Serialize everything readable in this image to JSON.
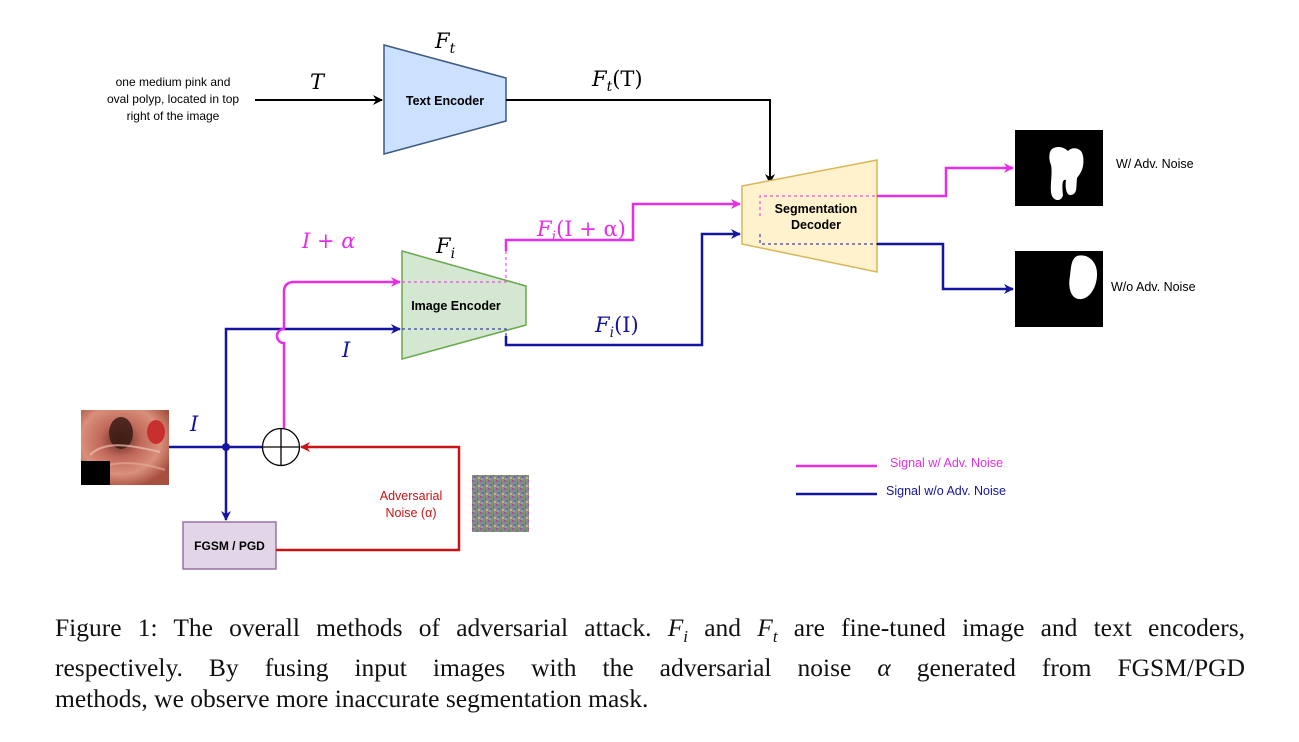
{
  "colors": {
    "adv": "#e62ee6",
    "clean": "#1414a0",
    "noise": "#c81414",
    "text_encoder_fill": "#cce0ff",
    "text_encoder_stroke": "#3d5a80",
    "image_encoder_fill": "#d4e7d0",
    "image_encoder_stroke": "#6aa84f",
    "decoder_fill": "#fff2cc",
    "decoder_stroke": "#d6b656",
    "fgsm_fill": "#e1d5e7",
    "fgsm_stroke": "#9673a6"
  },
  "input_text": {
    "line1": "one medium pink and",
    "line2": "oval polyp, located in top",
    "line3": "right of the image"
  },
  "labels": {
    "T": "T",
    "Ft_sym": "F",
    "Ft_sub": "t",
    "FtT_F": "F",
    "FtT_sub": "t",
    "FtT_arg": "(T)",
    "Fi_sym": "F",
    "Fi_sub": "i",
    "FiIa_F": "F",
    "FiIa_sub": "i",
    "FiIa_arg": "(I + α)",
    "FiI_F": "F",
    "FiI_sub": "i",
    "FiI_arg": "(I)",
    "I_plus_alpha": "I + α",
    "I_upper": "I",
    "I_input": "I",
    "adv_noise_line1": "Adversarial",
    "adv_noise_line2": "Noise (α)"
  },
  "blocks": {
    "text_encoder": "Text Encoder",
    "image_encoder": "Image Encoder",
    "decoder_line1": "Segmentation",
    "decoder_line2": "Decoder",
    "fgsm": "FGSM / PGD"
  },
  "outputs": {
    "with_noise": "W/ Adv. Noise",
    "without_noise": "W/o Adv. Noise"
  },
  "legend": {
    "adv": "Signal w/ Adv. Noise",
    "clean": "Signal w/o Adv. Noise"
  },
  "caption": {
    "p1": "Figure 1: The overall methods of adversarial attack.",
    "Fi_F": "F",
    "Fi_sub": "i",
    "and": "and",
    "Ft_F": "F",
    "Ft_sub": "t",
    "p2": "are fine-tuned image and text encoders,",
    "line2a": "respectively. By fusing input images with the adversarial noise",
    "alpha": "α",
    "line2b": "generated from FGSM/PGD",
    "line3": "methods, we observe more inaccurate segmentation mask."
  }
}
